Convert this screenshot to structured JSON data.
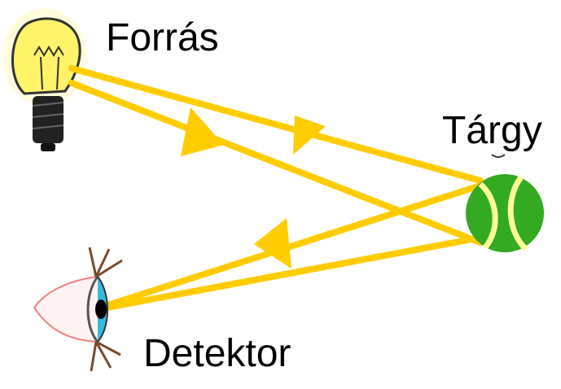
{
  "labels": {
    "source": "Forrás",
    "object": "Tárgy",
    "detector": "Detektor"
  },
  "icons": {
    "source": "light-bulb-icon",
    "object": "tennis-ball-icon",
    "detector": "eye-icon"
  },
  "colors": {
    "ray": "#FFCC00",
    "ball": "#33AA22",
    "ball_seam": "#FFFF99",
    "iris": "#33BBDD",
    "background": "#FFFFFF",
    "text": "#000000"
  }
}
